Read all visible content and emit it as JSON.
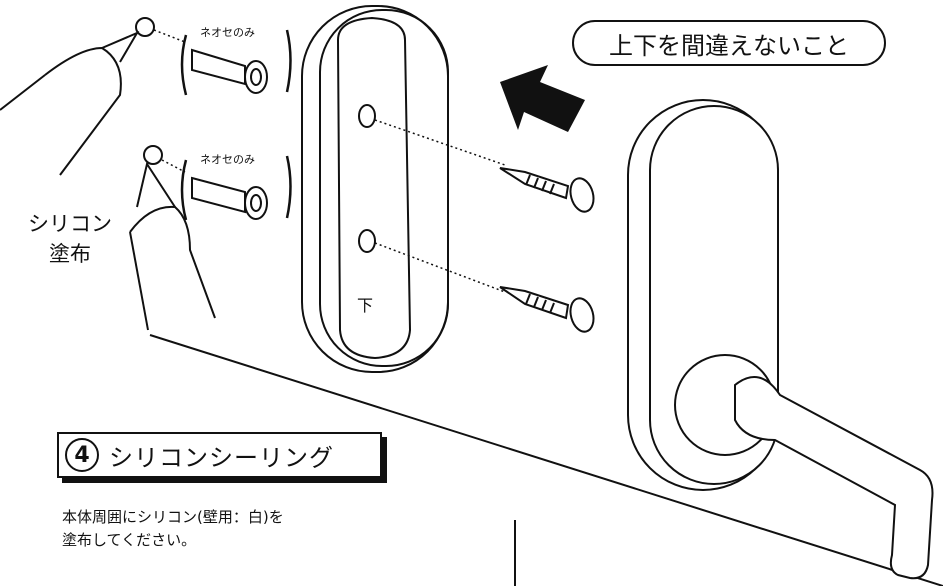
{
  "anchor_labels": [
    "ネオセのみ",
    "ネオセのみ"
  ],
  "caution_text": "上下を間違えないこと",
  "silicon_label_line1": "シリコン",
  "silicon_label_line2": "塗布",
  "bottom_mark": "下",
  "step": {
    "number": "4",
    "title": "シリコンシーリング"
  },
  "instruction_line1": "本体周囲にシリコン(壁用：白)を",
  "instruction_line2": "塗布してください。"
}
